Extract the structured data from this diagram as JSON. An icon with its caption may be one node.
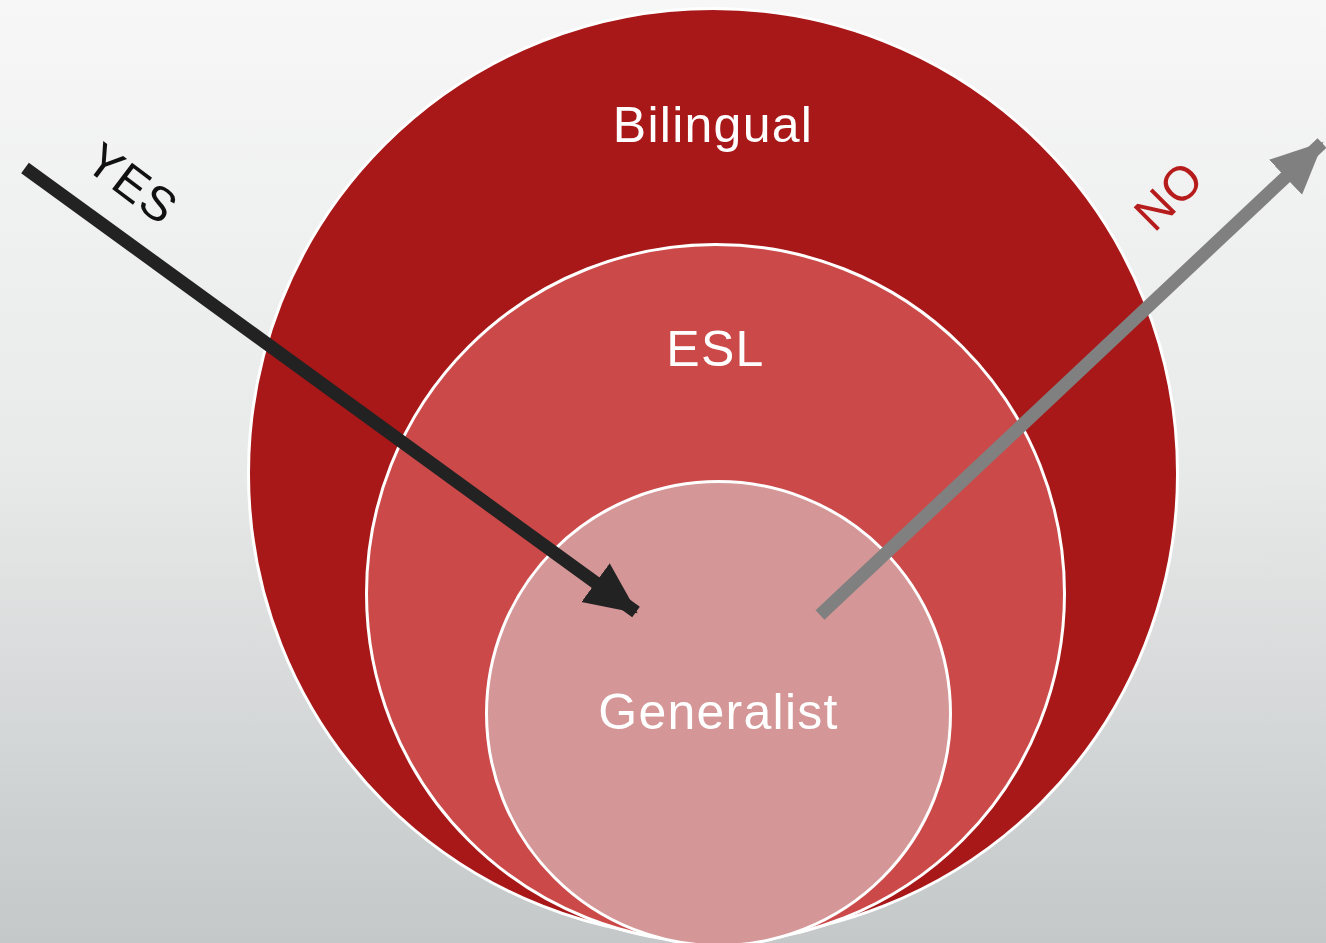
{
  "diagram": {
    "nodes": [
      {
        "text": [
          "Bilingual"
        ]
      },
      {
        "text": [
          "ESL"
        ],
        "in": 0
      },
      {
        "text": [
          "Generalist"
        ],
        "in": 1
      }
    ],
    "edges": [
      {
        "from": null,
        "to": 2,
        "arrow": "to",
        "label": "YES",
        "color": "#222222"
      },
      {
        "from": 2,
        "to": null,
        "arrow": "to",
        "label": "NO",
        "color": "#808080"
      }
    ]
  }
}
